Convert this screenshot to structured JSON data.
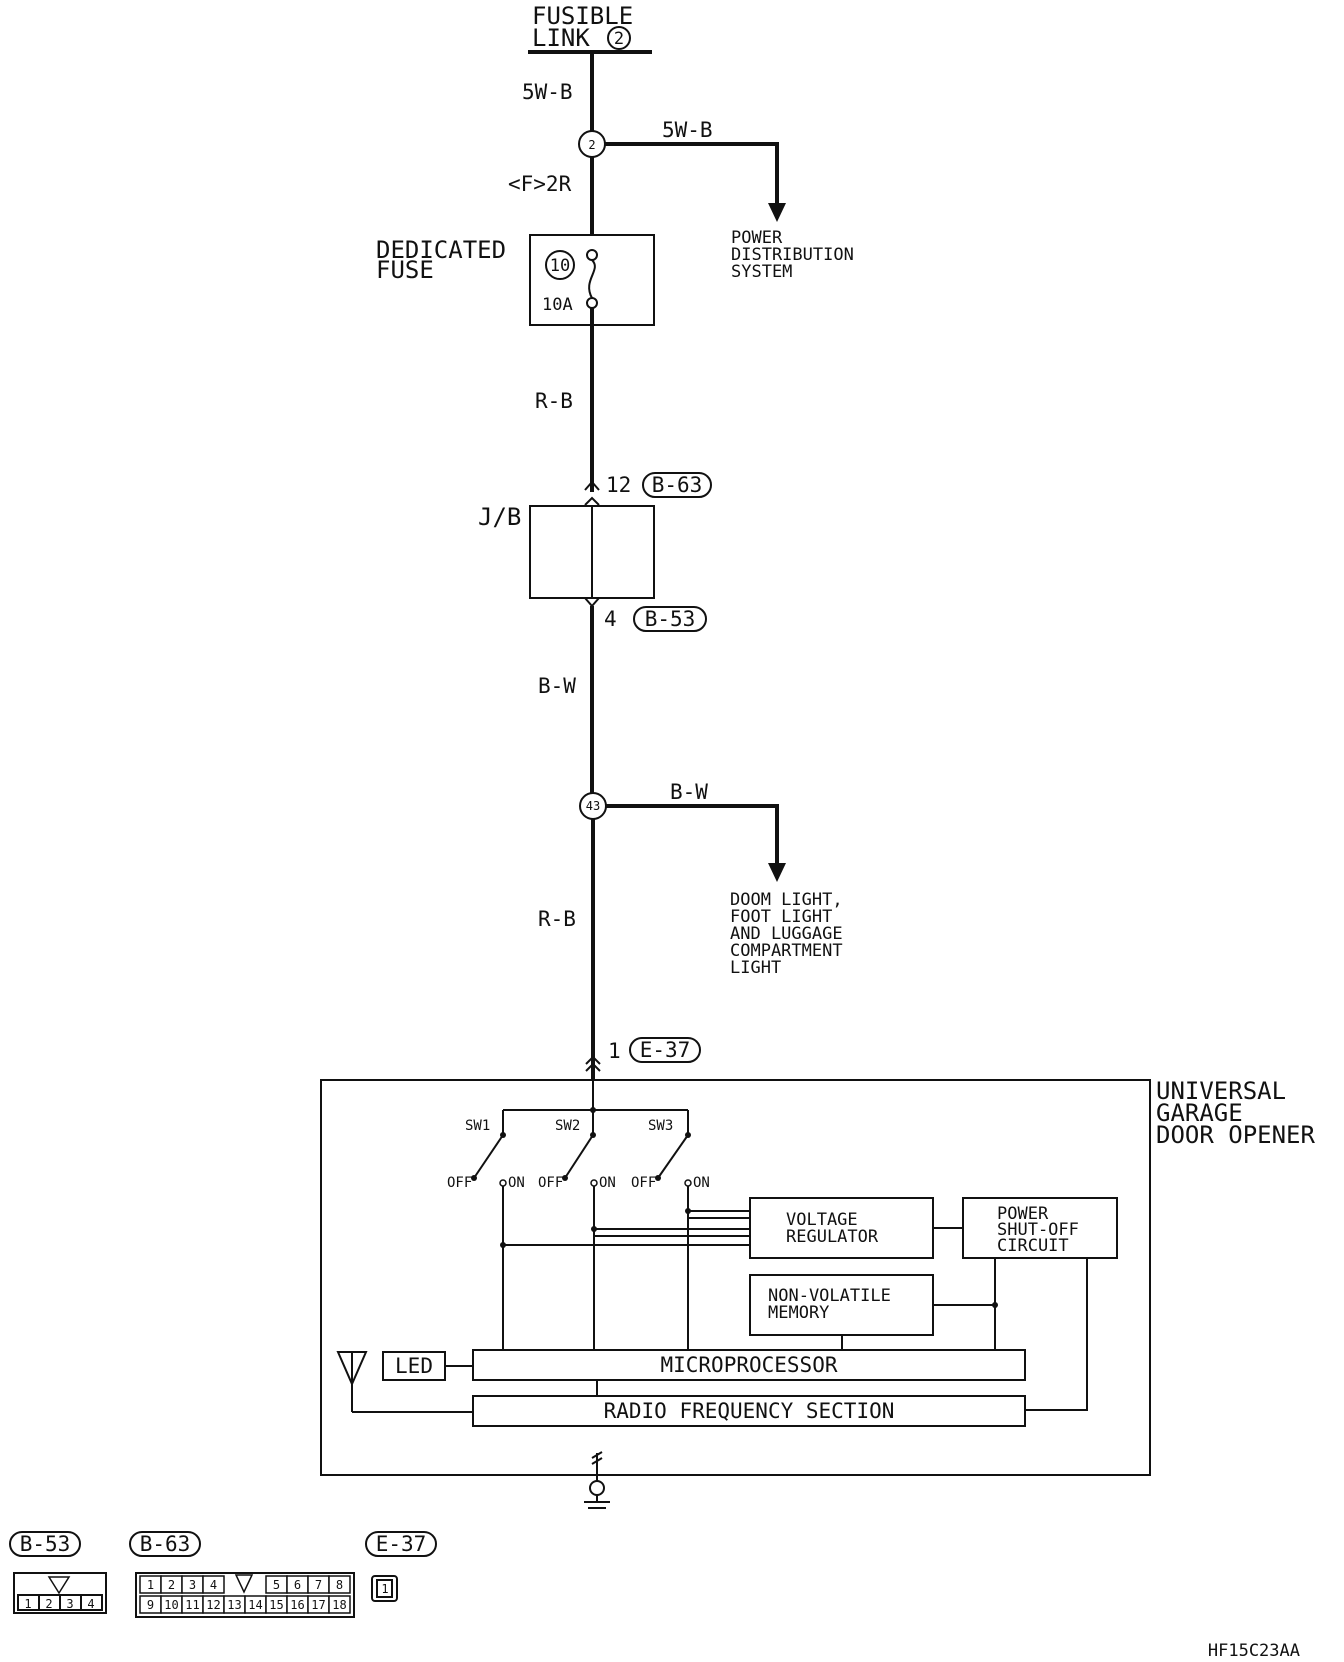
{
  "supply": {
    "fusible_link_line1": "FUSIBLE",
    "fusible_link_line2": "LINK",
    "fusible_link_number": "2"
  },
  "wires": {
    "top": "5W-B",
    "branch_top": "5W-B",
    "fuse_feed": "<F>2R",
    "fuse_out": "R-B",
    "jb_out": "B-W",
    "branch_mid": "B-W",
    "opener_feed": "R-B"
  },
  "junctions": {
    "upper": "2",
    "lower": "43"
  },
  "destinations": {
    "power_distribution": [
      "POWER",
      "DISTRIBUTION",
      "SYSTEM"
    ],
    "lights": [
      "DOOM LIGHT,",
      "FOOT LIGHT",
      "AND LUGGAGE",
      "COMPARTMENT",
      "LIGHT"
    ]
  },
  "fuse": {
    "label_line1": "DEDICATED",
    "label_line2": "FUSE",
    "number": "10",
    "rating": "10A"
  },
  "junction_block": {
    "label": "J/B",
    "top_pin": "12",
    "top_connector": "B-63",
    "bottom_pin": "4",
    "bottom_connector": "B-53"
  },
  "opener": {
    "pin": "1",
    "connector": "E-37",
    "title": [
      "UNIVERSAL",
      "GARAGE",
      "DOOR OPENER"
    ],
    "switches": [
      {
        "name": "SW1",
        "off": "OFF",
        "on": "ON"
      },
      {
        "name": "SW2",
        "off": "OFF",
        "on": "ON"
      },
      {
        "name": "SW3",
        "off": "OFF",
        "on": "ON"
      }
    ],
    "voltage_regulator": [
      "VOLTAGE",
      "REGULATOR"
    ],
    "power_shutoff": [
      "POWER",
      "SHUT-OFF",
      "CIRCUIT"
    ],
    "memory": [
      "NON-VOLATILE",
      "MEMORY"
    ],
    "led": "LED",
    "microprocessor": "MICROPROCESSOR",
    "rf_section": "RADIO FREQUENCY SECTION"
  },
  "connectors": {
    "b53": {
      "label": "B-53",
      "pins": [
        "1",
        "2",
        "3",
        "4"
      ]
    },
    "b63": {
      "label": "B-63",
      "top_pins": [
        "1",
        "2",
        "3",
        "4",
        "5",
        "6",
        "7",
        "8"
      ],
      "bottom_pins": [
        "9",
        "10",
        "11",
        "12",
        "13",
        "14",
        "15",
        "16",
        "17",
        "18"
      ]
    },
    "e37": {
      "label": "E-37",
      "pins": [
        "1"
      ]
    }
  },
  "figure_code": "HF15C23AA"
}
